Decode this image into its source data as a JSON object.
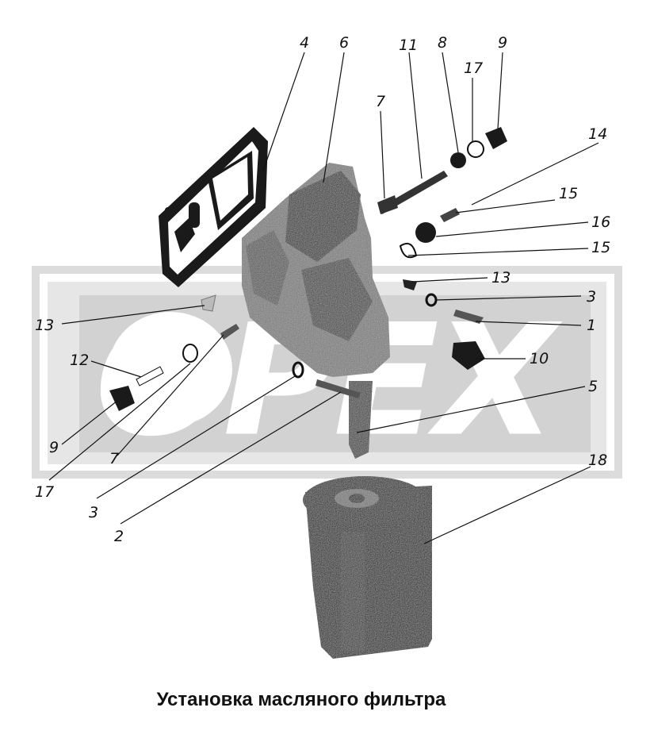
{
  "watermark": {
    "text": "OPEX",
    "color": "#d9d9d9"
  },
  "caption": "Установка масляного фильтра",
  "callouts": [
    "4",
    "6",
    "11",
    "8",
    "9",
    "17",
    "7",
    "14",
    "15",
    "16",
    "15",
    "13",
    "3",
    "1",
    "13",
    "12",
    "10",
    "5",
    "9",
    "7",
    "17",
    "3",
    "2",
    "18"
  ],
  "parts": {
    "gasket": "gasket-4",
    "housing": "filter-housing-6",
    "filter": "oil-filter-18"
  }
}
